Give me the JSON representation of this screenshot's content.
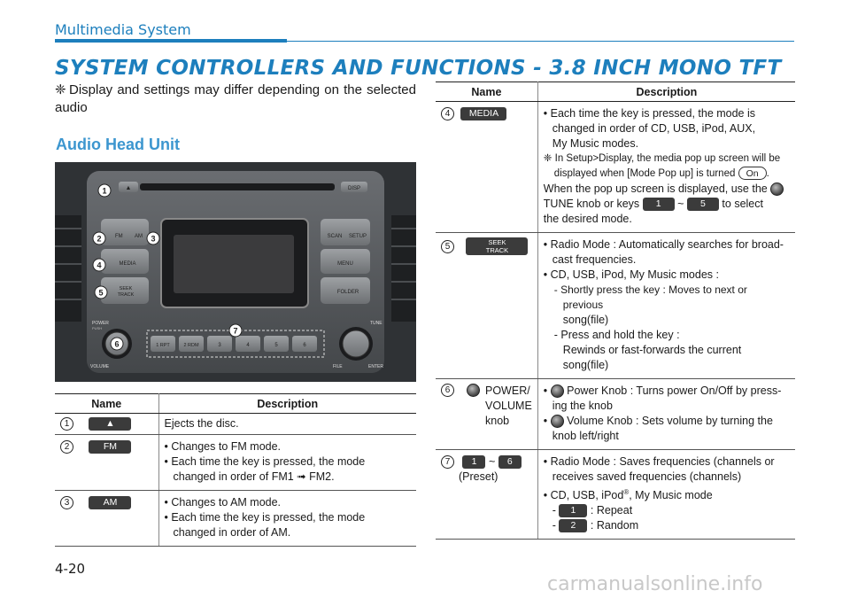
{
  "header": {
    "section": "Multimedia System",
    "title": "SYSTEM CONTROLLERS AND FUNCTIONS - 3.8 INCH MONO TFT"
  },
  "note": {
    "mark": "❈",
    "text": "Display and settings may differ depending on the selected audio"
  },
  "subtitle": "Audio Head Unit",
  "photo": {
    "buttons": {
      "fm": "FM",
      "am": "AM",
      "media": "MEDIA",
      "seek": "SEEK",
      "track": "TRACK",
      "scan": "SCAN",
      "setup": "SETUP",
      "menu": "MENU",
      "folder": "FOLDER",
      "disp": "DISP",
      "power": "POWER",
      "push": "PUSH",
      "volume": "VOLUME",
      "tune": "TUNE",
      "file": "FILE",
      "enter": "ENTER"
    },
    "presets": [
      "1 RPT",
      "2 RDM",
      "3",
      "4",
      "5",
      "6"
    ],
    "markers": [
      "1",
      "2",
      "3",
      "4",
      "5",
      "6",
      "7"
    ]
  },
  "table_left": {
    "headers": {
      "name": "Name",
      "desc": "Description"
    },
    "rows": [
      {
        "num": "1",
        "key": "▲",
        "lines": [
          "Ejects the disc."
        ]
      },
      {
        "num": "2",
        "key": "FM",
        "lines": [
          "• Changes to FM mode.",
          "• Each time the key is pressed, the mode",
          "changed in order of FM1 ➟ FM2."
        ]
      },
      {
        "num": "3",
        "key": "AM",
        "lines": [
          "• Changes to AM mode.",
          "• Each time the key is pressed, the mode",
          "changed in order of AM."
        ]
      }
    ]
  },
  "table_right": {
    "headers": {
      "name": "Name",
      "desc": "Description"
    },
    "row4": {
      "num": "4",
      "key": "MEDIA",
      "l1": "• Each time the key is pressed, the mode is",
      "l2": "changed in order of CD, USB, iPod, AUX,",
      "l3": "My Music modes.",
      "n1": "❈ In Setup>Display, the media pop up screen will be",
      "n2": "displayed when [Mode Pop up] is turned",
      "n2key": "On",
      "n2end": ".",
      "l4": "When the pop up screen is displayed, use the",
      "l5a": "TUNE knob or keys",
      "k1": "1",
      "tilde": "~",
      "k5": "5",
      "l5b": "to select",
      "l6": "the desired mode."
    },
    "row5": {
      "num": "5",
      "key1": "SEEK",
      "key2": "TRACK",
      "l1": "• Radio Mode : Automatically searches for broad-",
      "l2": "cast frequencies.",
      "l3": "• CD, USB, iPod, My Music modes :",
      "l4": "- Shortly press the key : Moves to next or previous",
      "l5": "song(file)",
      "l6": "- Press and hold the key :",
      "l7": "Rewinds or fast-forwards the current song(file)"
    },
    "row6": {
      "num": "6",
      "name1": "POWER/",
      "name2": "VOLUME",
      "name3": "knob",
      "l1": "Power Knob : Turns power On/Off by press-",
      "l2": "ing the knob",
      "l3": "Volume Knob : Sets volume by turning the",
      "l4": "knob left/right"
    },
    "row7": {
      "num": "7",
      "k1": "1",
      "tilde": "~",
      "k6": "6",
      "preset": "(Preset)",
      "l1": "• Radio Mode : Saves frequencies (channels or",
      "l2": "receives saved frequencies (channels)",
      "l3a": "• CD, USB, iPod",
      "reg": "®",
      "l3b": ", My Music mode",
      "r1": ": Repeat",
      "r2": ": Random",
      "rk1": "1",
      "rk2": "2"
    }
  },
  "page_number": "4-20",
  "watermark": "carmanualsonline.info"
}
